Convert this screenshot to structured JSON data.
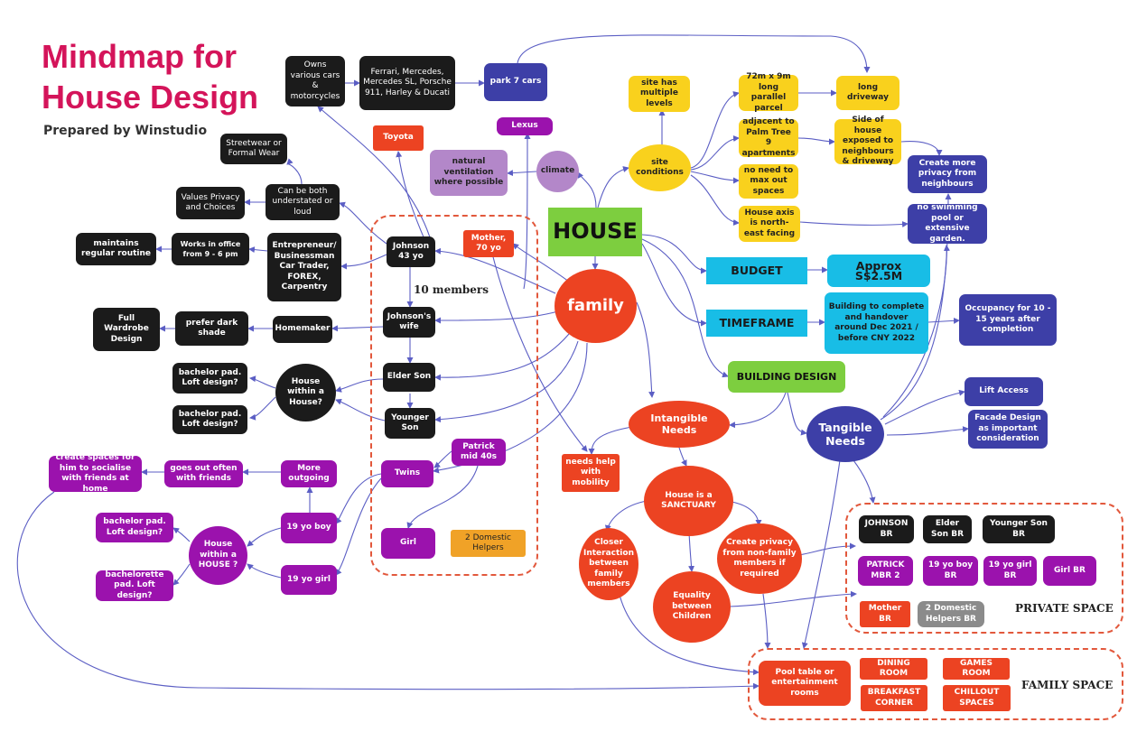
{
  "title": "Mindmap for\nHouse Design",
  "subtitle": "Prepared by Winstudio",
  "colors": {
    "title": "#d4145a",
    "black": "#1b1b1b",
    "purple": "#9b12ad",
    "red": "#ec4322",
    "yellow": "#f9d11d",
    "navy": "#3d3fa7",
    "cyan": "#18bde6",
    "green": "#7dce3f",
    "lilac": "#b387c9",
    "connector": "#5b5ec4",
    "dashed_border": "#e2583c"
  },
  "nodes": {
    "house": "HOUSE",
    "family": "family",
    "climate": "climate",
    "natural_ventilation": "natural ventilation where possible",
    "site_conditions": "site conditions",
    "site_multiple_levels": "site has multiple levels",
    "parcel": "72m x 9m long parallel parcel",
    "adjacent_palm_tree": "adjacent to Palm Tree 9 apartments",
    "no_max_spaces": "no need to max out spaces",
    "house_axis": "House axis is north-east facing",
    "long_driveway": "long driveway",
    "side_exposed": "Side of house exposed to neighbours & driveway",
    "more_privacy": "Create more privacy from neighbours",
    "no_pool": "no swimming pool or extensive garden.",
    "park_7_cars": "park 7 cars",
    "car_models": "Ferrari, Mercedes, Mercedes SL, Porsche 911, Harley & Ducati",
    "owns_cars": "Owns various cars & motorcycles",
    "lexus": "Lexus",
    "toyota": "Toyota",
    "budget": "BUDGET",
    "budget_value": "Approx S$2.5M",
    "timeframe": "TIMEFRAME",
    "timeframe_value": "Building to complete and handover around Dec 2021 / before CNY 2022",
    "occupancy": "Occupancy for 10 - 15 years after completion",
    "building_design": "BUILDING DESIGN",
    "tangible_needs": "Tangible Needs",
    "lift_access": "Lift Access",
    "facade_design": "Facade Design as important consideration",
    "intangible_needs": "Intangible Needs",
    "needs_help_mobility": "needs help with mobility",
    "sanctuary": "House is a SANCTUARY",
    "closer_interaction": "Closer Interaction between family members",
    "equality": "Equality between Children",
    "create_privacy": "Create privacy from non-family members if required",
    "johnson": "Johnson 43 yo",
    "mother": "Mother, 70 yo",
    "ten_members": "10 members",
    "johnsons_wife": "Johnson's wife",
    "elder_son": "Elder Son",
    "younger_son": "Younger Son",
    "patrick": "Patrick mid 40s",
    "twins": "Twins",
    "girl": "Girl",
    "domestic_helpers": "2 Domestic Helpers",
    "streetwear": "Streetwear or Formal Wear",
    "understated": "Can be both understated or loud",
    "values_privacy": "Values Privacy and Choices",
    "entrepreneur": "Entrepreneur/ Businessman Car Trader, FOREX, Carpentry",
    "works_office": "Works in office from 9 - 6 pm",
    "maintains_routine": "maintains regular routine",
    "homemaker": "Homemaker",
    "prefer_dark": "prefer dark shade",
    "full_wardrobe": "Full Wardrobe Design",
    "house_within_house_black": "House within a House?",
    "bachelor_pad_b1": "bachelor pad. Loft design?",
    "bachelor_pad_b2": "bachelor pad. Loft design?",
    "more_outgoing": "More outgoing",
    "goes_out": "goes out often with friends",
    "create_spaces": "create spaces for him to socialise with friends at home",
    "boy_19": "19 yo boy",
    "girl_19": "19 yo girl",
    "house_within_house_purple": "House within a HOUSE ?",
    "bachelor_pad_p": "bachelor pad. Loft design?",
    "bachelorette_pad": "bachelorette pad. Loft design?"
  },
  "private_space": {
    "label": "PRIVATE SPACE",
    "johnson_br": "JOHNSON BR",
    "elder_son_br": "Elder Son BR",
    "younger_son_br": "Younger Son BR",
    "patrick_mbr": "PATRICK MBR 2",
    "boy_br": "19 yo boy BR",
    "girl_19_br": "19 yo girl BR",
    "girl_br": "Girl BR",
    "mother_br": "Mother BR",
    "helpers_br": "2 Domestic Helpers BR"
  },
  "family_space": {
    "label": "FAMILY SPACE",
    "pool_table": "Pool table or entertainment rooms",
    "dining_room": "DINING ROOM",
    "games_room": "GAMES ROOM",
    "breakfast_corner": "BREAKFAST CORNER",
    "chillout_spaces": "CHILLOUT SPACES"
  }
}
